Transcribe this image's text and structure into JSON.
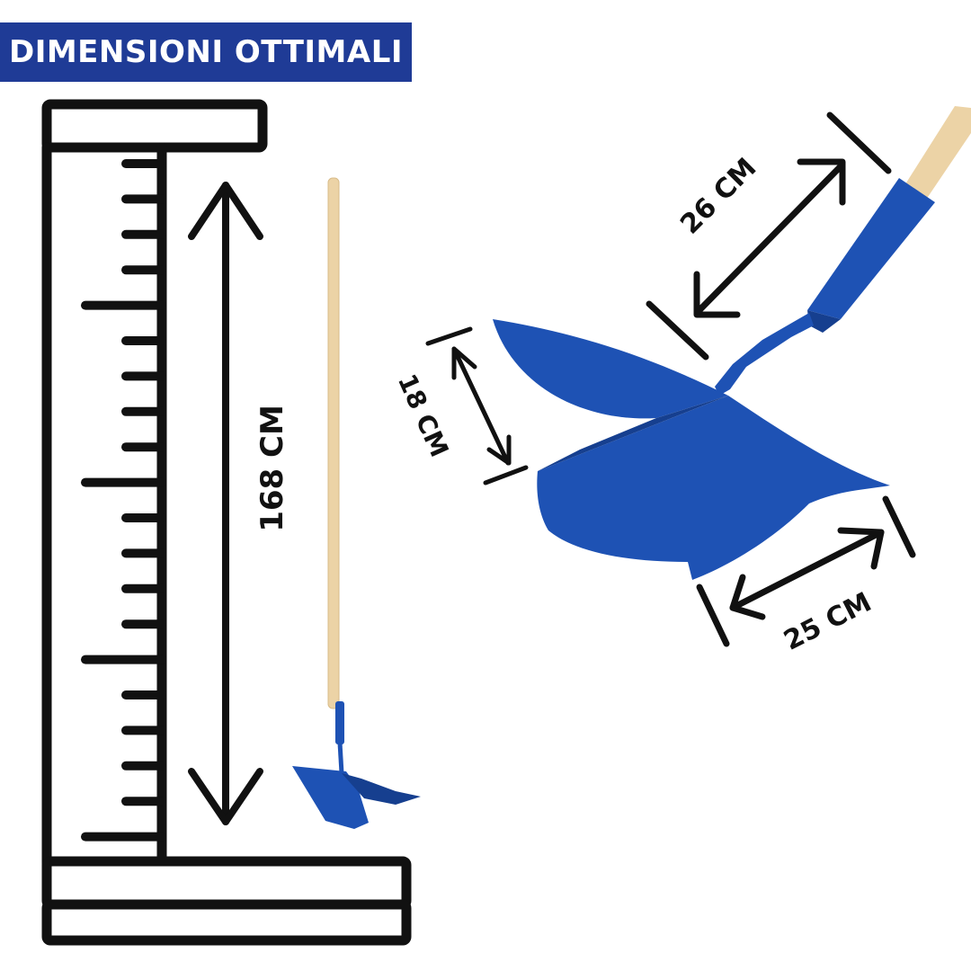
{
  "header": {
    "title": "DIMENSIONI OTTIMALI"
  },
  "dimensions": {
    "total_length": "168 CM",
    "handle_section": "26 CM",
    "blade_depth": "18 CM",
    "blade_width": "25 CM"
  },
  "colors": {
    "banner": "#1f3b96",
    "blade": "#1e52b4",
    "blade_dark": "#163f8f",
    "handle": "#ecd3a6",
    "ink": "#111111"
  }
}
